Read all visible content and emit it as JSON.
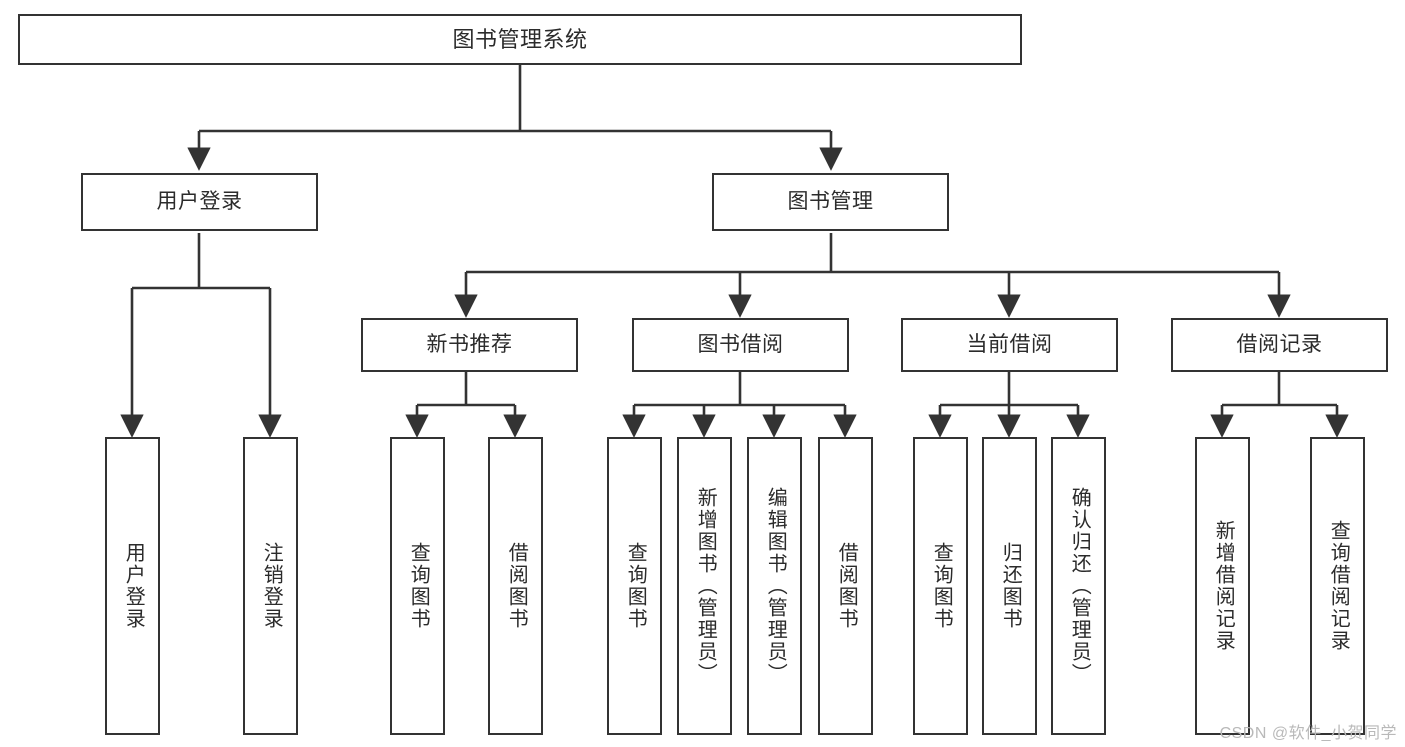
{
  "diagram": {
    "title": "图书管理系统",
    "background_color": "#ffffff",
    "border_color": "#333333",
    "text_color": "#2b2b2b",
    "watermark": "CSDN @软件_小贺同学",
    "nodes": {
      "root": {
        "label": "图书管理系统"
      },
      "level2": {
        "user_login": {
          "label": "用户登录"
        },
        "book_manage": {
          "label": "图书管理"
        }
      },
      "level3": {
        "new_book_rec": {
          "label": "新书推荐"
        },
        "book_borrow": {
          "label": "图书借阅"
        },
        "current_borrow": {
          "label": "当前借阅"
        },
        "borrow_record": {
          "label": "借阅记录"
        }
      },
      "leaves": {
        "user_login_1": {
          "label": "用户登录"
        },
        "user_login_2": {
          "label": "注销登录"
        },
        "new_book_rec_1": {
          "label": "查询图书"
        },
        "new_book_rec_2": {
          "label": "借阅图书"
        },
        "book_borrow_1": {
          "label": "查询图书"
        },
        "book_borrow_2": {
          "label": "新增图书（管理员）"
        },
        "book_borrow_3": {
          "label": "编辑图书（管理员）"
        },
        "book_borrow_4": {
          "label": "借阅图书"
        },
        "current_borrow_1": {
          "label": "查询图书"
        },
        "current_borrow_2": {
          "label": "归还图书"
        },
        "current_borrow_3": {
          "label": "确认归还（管理员）"
        },
        "borrow_record_1": {
          "label": "新增借阅记录"
        },
        "borrow_record_2": {
          "label": "查询借阅记录"
        }
      }
    }
  }
}
